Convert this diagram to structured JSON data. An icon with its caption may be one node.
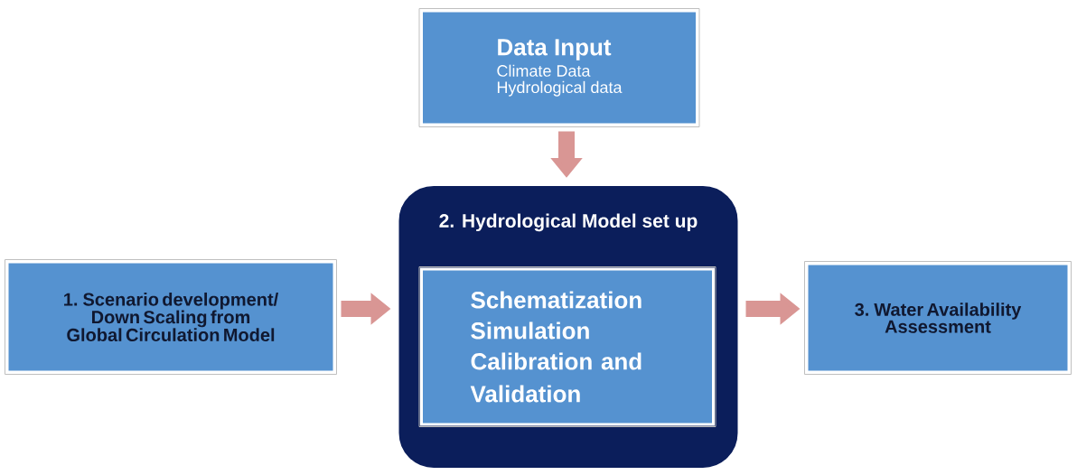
{
  "diagram": {
    "nodes": [
      {
        "text": [
          "Data Input",
          "Climate Data",
          "Hydrological data"
        ]
      },
      {
        "text": [
          "2. Hydrological Model set up"
        ]
      },
      {
        "text": [
          "Schematization",
          "Simulation",
          "Calibration and Validation"
        ],
        "in": 1
      },
      {
        "text": [
          "1. Scenario development/ Down Scaling from Global Circulation Model"
        ]
      },
      {
        "text": [
          "3. Water Availability Assessment"
        ]
      }
    ],
    "edges": [
      {
        "from": 0,
        "to": 1,
        "arrow": "to"
      },
      {
        "from": 3,
        "to": 1,
        "arrow": "to"
      },
      {
        "from": 1,
        "to": 4,
        "arrow": "to"
      }
    ]
  }
}
